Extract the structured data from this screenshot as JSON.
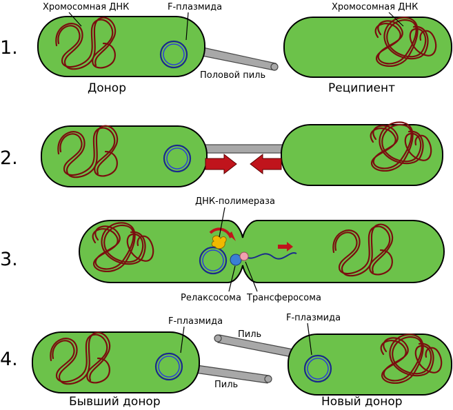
{
  "steps": [
    "1.",
    "2.",
    "3.",
    "4."
  ],
  "labels": {
    "chromosomal_dna_left": "Хромосомная ДНК",
    "f_plasmid_top": "F-плазмида",
    "chromosomal_dna_right": "Хромосомная ДНК",
    "sex_pilus": "Половой пиль",
    "donor": "Донор",
    "recipient": "Реципиент",
    "dna_polymerase": "ДНК-полимераза",
    "relaxosome": "Релаксосома",
    "transferosome": "Трансферосома",
    "f_plasmid_left": "F-плазмида",
    "f_plasmid_right": "F-плазмида",
    "pilus_top": "Пиль",
    "pilus_bottom": "Пиль",
    "former_donor": "Бывший донор",
    "new_donor": "Новый донор"
  },
  "colors": {
    "cell_fill": "#6cc24a",
    "dna": "#7a0e0e",
    "plasmid": "#1a2a8c",
    "arrow": "#c0141c",
    "pilus": "#a8a8a8",
    "dna_polymerase": "#f2b900",
    "relaxosome": "#3a7fd5",
    "transferosome": "#f0a0b0"
  }
}
